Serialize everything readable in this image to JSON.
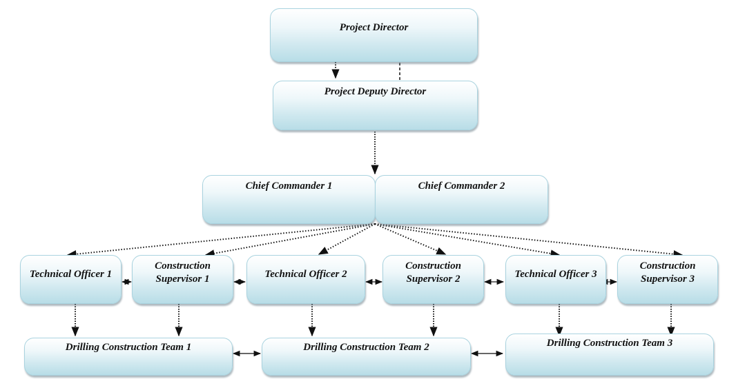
{
  "diagram": {
    "type": "organization-chart",
    "nodes": {
      "project_director": "Project Director",
      "project_deputy_director": "Project Deputy Director",
      "chief_commander_1": "Chief Commander 1",
      "chief_commander_2": "Chief Commander 2",
      "technical_officer_1": "Technical Officer 1",
      "construction_supervisor_1": [
        "Construction",
        "Supervisor 1"
      ],
      "technical_officer_2": "Technical Officer 2",
      "construction_supervisor_2": [
        "Construction",
        "Supervisor 2"
      ],
      "technical_officer_3": "Technical Officer 3",
      "construction_supervisor_3": [
        "Construction",
        "Supervisor 3"
      ],
      "drilling_team_1": "Drilling Construction Team 1",
      "drilling_team_2": "Drilling Construction Team 2",
      "drilling_team_3": "Drilling Construction Team 3"
    },
    "edges": [
      {
        "from": "project_director",
        "to": "project_deputy_director",
        "style": "dotted"
      },
      {
        "from": "project_deputy_director",
        "to": "project_director",
        "style": "dashed"
      },
      {
        "from": "project_deputy_director",
        "to": "chief_commanders",
        "style": "dotted"
      },
      {
        "from": "chief_commanders",
        "to": "technical_officer_1",
        "style": "dotted"
      },
      {
        "from": "chief_commanders",
        "to": "construction_supervisor_1",
        "style": "dotted"
      },
      {
        "from": "chief_commanders",
        "to": "technical_officer_2",
        "style": "dotted"
      },
      {
        "from": "chief_commanders",
        "to": "construction_supervisor_2",
        "style": "dotted"
      },
      {
        "from": "chief_commanders",
        "to": "technical_officer_3",
        "style": "dotted"
      },
      {
        "from": "chief_commanders",
        "to": "construction_supervisor_3",
        "style": "dotted"
      },
      {
        "from": "technical_officer_1",
        "to": "construction_supervisor_1",
        "style": "solid-bidirectional"
      },
      {
        "from": "construction_supervisor_1",
        "to": "technical_officer_2",
        "style": "solid-bidirectional"
      },
      {
        "from": "technical_officer_2",
        "to": "construction_supervisor_2",
        "style": "solid-bidirectional"
      },
      {
        "from": "construction_supervisor_2",
        "to": "technical_officer_3",
        "style": "solid-bidirectional"
      },
      {
        "from": "technical_officer_3",
        "to": "construction_supervisor_3",
        "style": "solid-bidirectional"
      },
      {
        "from": "technical_officer_1",
        "to": "drilling_team_1",
        "style": "dotted"
      },
      {
        "from": "construction_supervisor_1",
        "to": "drilling_team_1",
        "style": "dotted"
      },
      {
        "from": "technical_officer_2",
        "to": "drilling_team_2",
        "style": "dotted"
      },
      {
        "from": "construction_supervisor_2",
        "to": "drilling_team_2",
        "style": "dotted"
      },
      {
        "from": "technical_officer_3",
        "to": "drilling_team_3",
        "style": "dotted"
      },
      {
        "from": "construction_supervisor_3",
        "to": "drilling_team_3",
        "style": "dotted"
      },
      {
        "from": "drilling_team_1",
        "to": "drilling_team_2",
        "style": "solid-bidirectional"
      },
      {
        "from": "drilling_team_2",
        "to": "drilling_team_3",
        "style": "solid-bidirectional"
      }
    ]
  }
}
